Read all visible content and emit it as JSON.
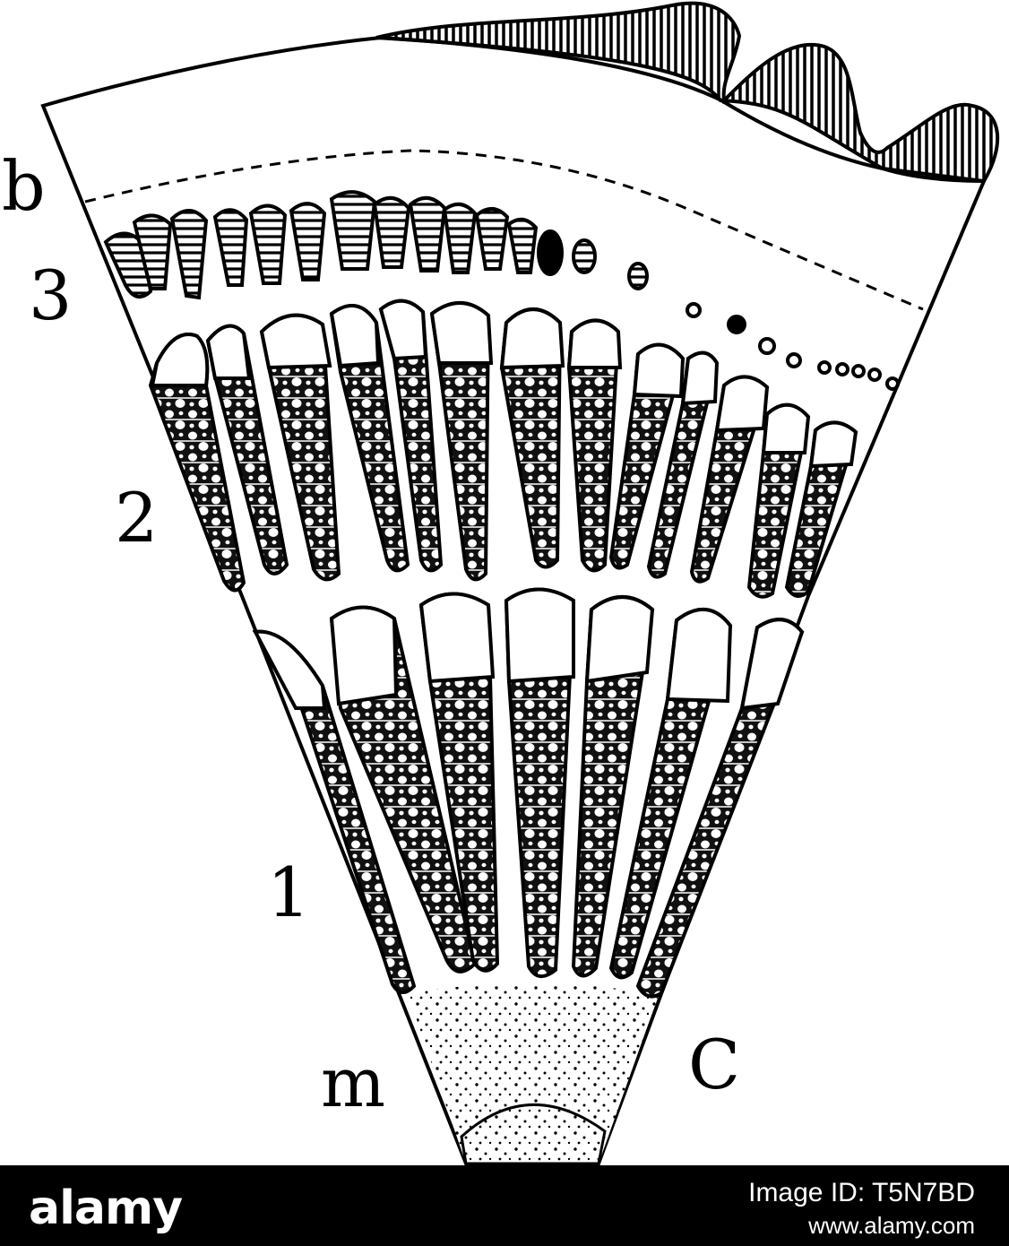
{
  "diagram": {
    "labels": {
      "b": "b",
      "ring3": "3",
      "ring2": "2",
      "ring1": "1",
      "m": "m",
      "c": "C"
    },
    "ink_color": "#000000",
    "paper_color": "#ffffff"
  },
  "watermark": {
    "brand": "alamy",
    "image_id": "Image ID: T5N7BD",
    "site": "www.alamy.com"
  }
}
